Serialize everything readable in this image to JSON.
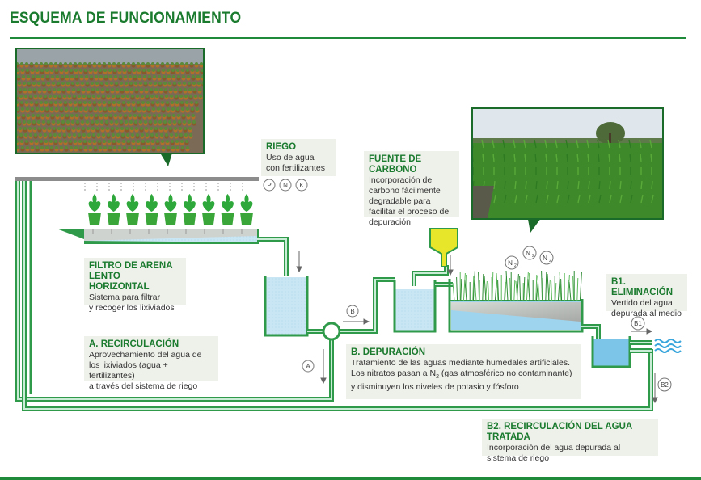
{
  "title": "ESQUEMA DE FUNCIONAMIENTO",
  "riego": {
    "heading": "RIEGO",
    "text": "Uso de agua\ncon fertilizantes",
    "nutrients": [
      "P",
      "N",
      "K"
    ]
  },
  "fuente": {
    "heading": "FUENTE DE CARBONO",
    "text": "Incorporación de\ncarbono fácilmente\ndegradable para\nfacilitar el proceso de\ndepuración"
  },
  "filtro": {
    "heading": "FILTRO DE ARENA\nLENTO HORIZONTAL",
    "text": "Sistema para filtrar\ny recoger los lixiviados"
  },
  "recirculacion": {
    "heading": "A. RECIRCULACIÓN",
    "text": "Aprovechamiento del agua de\nlos lixiviados (agua + fertilizantes)\na través del sistema de riego"
  },
  "depuracion": {
    "heading": "B. DEPURACIÓN",
    "text1": "Tratamiento de las aguas mediante humedales artificiales.",
    "text2a": "Los nitratos pasan a N",
    "text2sub": "2",
    "text2b": " (gas atmosférico no contaminante)",
    "text3": "y disminuyen los niveles de potasio y fósforo"
  },
  "eliminacion": {
    "heading": "B1. ELIMINACIÓN",
    "text": "Vertido del agua\ndepurada al medio"
  },
  "b2": {
    "heading": "B2. RECIRCULACIÓN DEL AGUA TRATADA",
    "text": "Incorporación del agua depurada al\nsistema de riego"
  },
  "flow_labels": {
    "a": "A",
    "b": "B",
    "b1": "B1",
    "b2": "B2"
  },
  "gas": {
    "symbol": "N",
    "sub": "2"
  },
  "colors": {
    "green_dark": "#1a7a2e",
    "pipe": "#2f9a4a",
    "water": "#bfe0f0",
    "water_dark": "#7cc4e8",
    "plant": "#2ea83a",
    "pot": "#3aa63a",
    "carbon": "#e8e62a",
    "box_bg": "#eef0ea"
  }
}
